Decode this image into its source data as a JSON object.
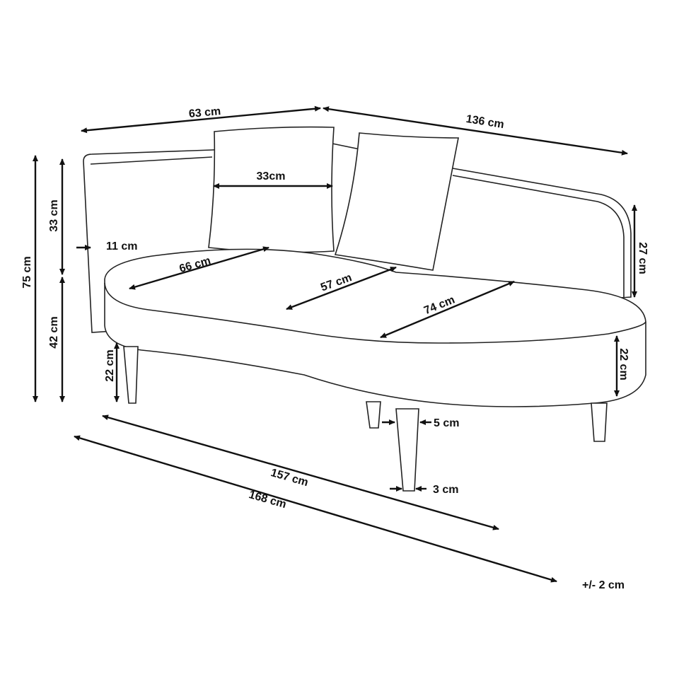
{
  "title": "Chaise longue dimensions",
  "dimensions": {
    "back_width": "63 cm",
    "length": "136 cm",
    "cushion_width": "33cm",
    "total_height": "75 cm",
    "backrest_height": "33 cm",
    "seat_height": "42 cm",
    "backrest_thickness": "11 cm",
    "seat_depth_left": "66 cm",
    "seat_depth_middle": "57 cm",
    "seat_depth_right": "74 cm",
    "armrest_height": "27 cm",
    "leg_height_left": "22 cm",
    "leg_height_right": "22 cm",
    "leg_top_diameter": "5 cm",
    "leg_bottom_diameter": "3 cm",
    "seat_length": "157 cm",
    "total_length": "168 cm",
    "tolerance": "+/- 2 cm"
  }
}
